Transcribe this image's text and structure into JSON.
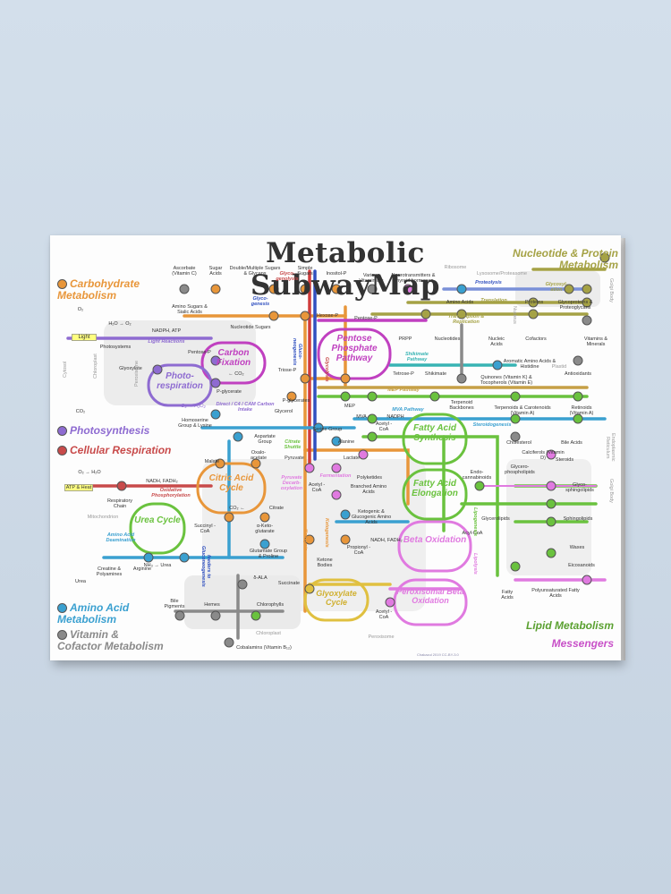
{
  "title": "Metabolic SubwayMap",
  "legend": {
    "carb": "Carbohydrate Metabolism",
    "photo": "Photosynthesis",
    "resp": "Cellular Respiration",
    "amino": "Amino Acid Metabolism",
    "vitamin": "Vitamin & Cofactor Metabolism",
    "nucleo": "Nucleotide & Protein Metabolism",
    "lipid": "Lipid Metabolism",
    "messengers": "Messengers"
  },
  "colors": {
    "carb": "#e8963a",
    "photo": "#8e6bd1",
    "resp": "#c84a4a",
    "amino": "#3aa0d0",
    "vitamin": "#8a8a8a",
    "nucleo": "#a5a245",
    "lipid": "#6ac23e",
    "messengers": "#e07ae0"
  },
  "cycles": {
    "carbon_fixation": "Carbon Fixation",
    "photorespiration": "Photo-respiration",
    "ppp": "Pentose Phosphate Pathway",
    "citric": "Citric Acid Cycle",
    "urea": "Urea Cycle",
    "fas": "Fatty Acid Synthesis",
    "fae": "Fatty Acid Elongation",
    "beta": "Beta Oxidation",
    "glyoxylate": "Glyoxylate Cycle",
    "perox_beta": "Peroxisomal Beta Oxidation"
  },
  "labels": {
    "ascorbate": "Ascorbate (Vitamin C)",
    "sugar_acids": "Sugar Acids",
    "glycans": "Double/Multiple Sugars & Glycans",
    "glycogenolysis": "Glyco-genolysis",
    "simple_sugars": "Simple Sugars",
    "inositol": "Inositol-P",
    "amino_sugars": "Amino Sugars & Sialic Acids",
    "glycogenesis": "Glyco-genesis",
    "nucleotide_sugars": "Nucleotide Sugars",
    "hexose": "Hexose-P",
    "vitamin_b": "Various Vitamin B's",
    "neurotransmitters": "Neurotransmitters & Thyroid hormones",
    "ribosome": "Ribosome",
    "lysosome": "Lysosome/Proteasome",
    "proteolysis": "Proteolysis",
    "glycosylation": "Glycosyl-ation",
    "amino_acids": "Amino Acids",
    "translation": "Translation",
    "proteins": "Proteins",
    "glycoproteins": "Glycoproteins & Proteoglycans",
    "pentose_p": "Pentose-P",
    "transcription": "Transcription & Replication",
    "prpp": "PRPP",
    "nucleotides": "Nucleotides",
    "nucleic_acids": "Nucleic Acids",
    "cofactors": "Cofactors",
    "vitamins_minerals": "Vitamins & Minerals",
    "o2": "O₂",
    "h2o_o2": "H₂O → O₂",
    "nadph_atp": "NADPH, ATP",
    "light": "Light",
    "photosystems": "Photosystems",
    "light_reactions": "Light Reactions",
    "glyoxylate": "Glyoxylate",
    "pentose_p2": "Pentose-P",
    "co2_in": "← CO₂",
    "triose": "Triose-P",
    "shikimate_pathway": "Shikimate Pathway",
    "aromatic": "Aromatic Amino Acids & Histidine",
    "plastid": "Plastid",
    "tetrose": "Tetrose-P",
    "shikimate": "Shikimate",
    "quinones": "Quinones (Vitamin K) & Tocopherols (Vitamin E)",
    "antioxidants": "Antioxidants",
    "chloroplast": "Chloroplast",
    "peroxisome": "Peroxisome",
    "cytosol": "Cytosol",
    "o2_h2o2": "O₂ → H₂O₂",
    "p_glycerate": "P-glycerate",
    "direct_c4": "Direct / C4 / CAM Carbon Intake",
    "glycerol": "Glycerol",
    "p_glycerates": "P-glycerates",
    "mep_pathway": "MEP Pathway",
    "mep": "MEP",
    "terpenoid_backbones": "Terpenoid Backbones",
    "terpenoids": "Terpenoids & Carotenoids (Vitamin A)",
    "retinoids": "Retinoids (Vitamin A)",
    "co2": "CO₂",
    "homoserine": "Homoserine Group & Lysine",
    "mva": "MVA",
    "nadph": "NADPH",
    "mva_pathway": "MVA Pathway",
    "acetyl_coa": "Acetyl -CoA",
    "steroidogenesis": "Steroidogenesis",
    "serine": "Serine Group",
    "cholesterol": "Cholesterol",
    "bile_acids": "Bile Acids",
    "aspartate": "Aspartate Group",
    "citrate_shuttle": "Citrate Shuttle",
    "alanine": "Alanine",
    "calciferols": "Calciferols (Vitamin D)",
    "steroids": "Steroids",
    "malate": "Malate",
    "oxaloacetate": "Oxalo-acetate",
    "pyruvate": "Pyruvate",
    "lactate": "Lactate",
    "polyketides": "Polyketides",
    "o2_h2o": "O₂ → H₂O",
    "nadh_fadh": "NADH, FADH₂",
    "fermentation": "Fermentation",
    "pyruvate_decarb": "Pyruvate Decarb-oxylation",
    "acetyl_coa2": "Acetyl -CoA",
    "branched": "Branched Amino Acids",
    "endocannabinoids": "Endo-cannabinoids",
    "glycerophospholipids": "Glycero-phospholipids",
    "glycosphingolipids": "Glyco-sphingolipids",
    "atp_heat": "ATP & Heat",
    "resp_chain": "Respiratory Chain",
    "oxphos": "Oxidative Phosphorylation",
    "citrate": "Citrate",
    "co2_out": "CO₂ ←",
    "mitochondrion": "Mitochondrion",
    "ketogenic": "Ketogenic & Glucogenic Amino Acids",
    "glycerolipids": "Glycerolipids",
    "sphingolipids": "Sphingolipids",
    "succinyl": "Succinyl -CoA",
    "ketoglutarate": "α-Keto-glutarate",
    "nh3_urea": "NH₃ → Urea",
    "aa_deamination": "Amino Acid Deamination",
    "creatine": "Creatine & Polyamines",
    "arginine": "Arginine",
    "urea": "Urea",
    "glutamate": "Glutamate Group & Proline",
    "propionyl": "Propionyl -CoA",
    "nadh_fadh2": "NADH, FADH₂",
    "ketone": "Ketone Bodies",
    "lipogenesis": "Lipogenesis",
    "lipolysis": "Lipolysis",
    "acyl_coa": "Acyl-CoA",
    "waxes": "Waxes",
    "eicosanoids": "Eicosanoids",
    "delta_ala": "δ-ALA",
    "succinate": "Succinate",
    "bile_pigments": "Bile Pigments",
    "hemes": "Hemes",
    "chlorophylls": "Chlorophylls",
    "fatty_acids": "Fatty Acids",
    "pufa": "Polyunsaturated Fatty Acids",
    "cobalamins": "Cobalamins (Vitamin B₁₂)",
    "acetyl_coa3": "Acetyl -CoA",
    "glycolysis": "Glycolysis",
    "gluconeogenesis": "Gluco-neogenesis",
    "feeders": "feeders to Gluconeogenesis",
    "ketolysis": "Ketolysis",
    "ketogenesis": "Ketogenesis",
    "nucleus": "Nucleus",
    "golgi": "Golgi Body",
    "er": "Endoplasmic Reticulum"
  },
  "credit": "Chakazul 2019 CC-BY-3.0"
}
